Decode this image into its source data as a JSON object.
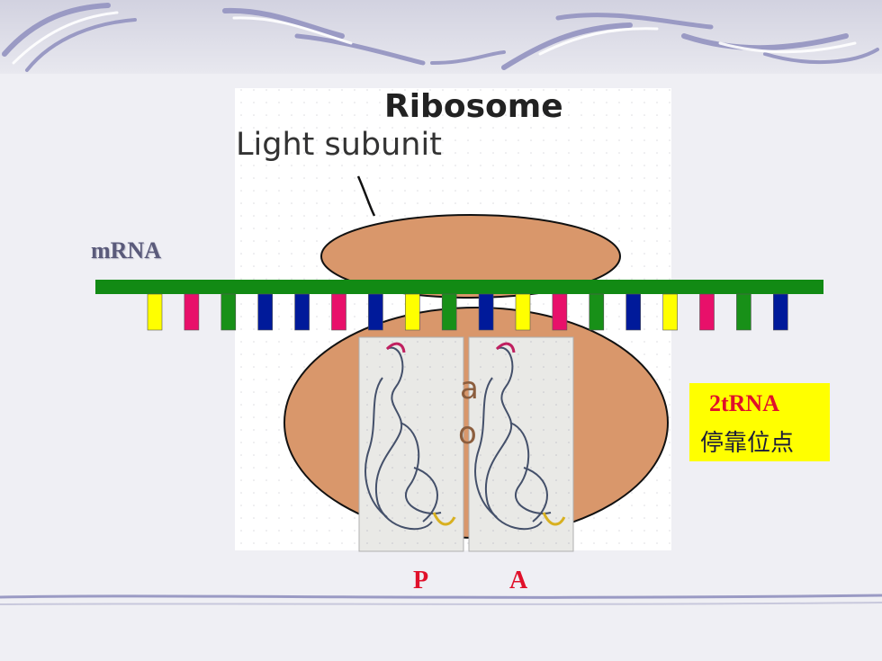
{
  "diagram": {
    "ribosome_title": "Ribosome",
    "ribosome_subtitle": "Light subunit",
    "mrna_label": "mRNA",
    "site_p": "P",
    "site_a": "A",
    "trna_box": {
      "line1": "2tRNA",
      "line2": "停靠位点"
    },
    "ghost_glyph_1": "a",
    "ghost_glyph_2": "o",
    "codon_colors": [
      "#ffff00",
      "#e8106a",
      "#189018",
      "#001a9a",
      "#001a9a",
      "#e8106a",
      "#001a9a",
      "#ffff00",
      "#189018",
      "#001a9a",
      "#ffff00",
      "#e8106a",
      "#189018",
      "#001a9a",
      "#ffff00",
      "#e8106a",
      "#189018",
      "#001a9a"
    ],
    "colors": {
      "ribosome": "#d9976b",
      "mrna_strand": "#128a14",
      "label_red": "#e0102a",
      "trna_box_bg": "#ffff00"
    }
  }
}
